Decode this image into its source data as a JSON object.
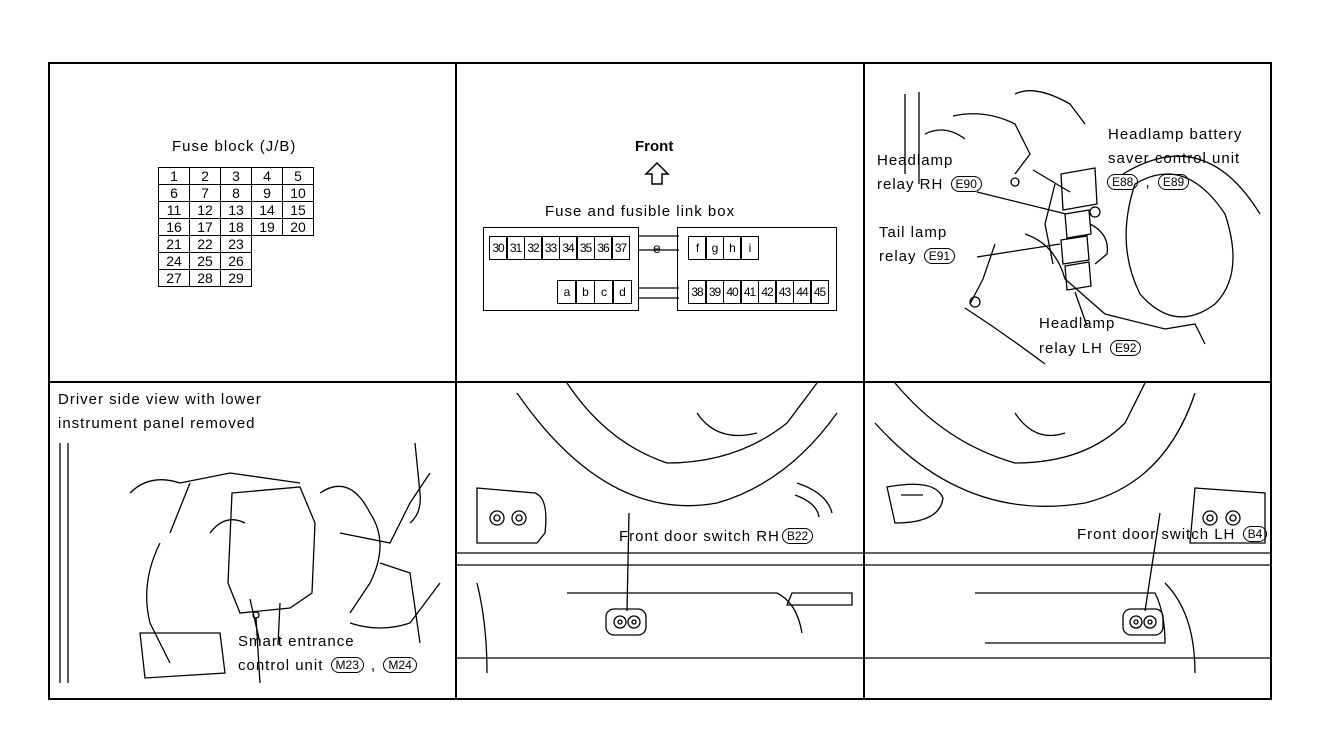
{
  "fuse_block": {
    "title": "Fuse block (J/B)",
    "rows": [
      [
        "1",
        "2",
        "3",
        "4",
        "5"
      ],
      [
        "6",
        "7",
        "8",
        "9",
        "10"
      ],
      [
        "11",
        "12",
        "13",
        "14",
        "15"
      ],
      [
        "16",
        "17",
        "18",
        "19",
        "20"
      ],
      [
        "21",
        "22",
        "23",
        "",
        ""
      ],
      [
        "24",
        "25",
        "26",
        "",
        ""
      ],
      [
        "27",
        "28",
        "29",
        "",
        ""
      ]
    ]
  },
  "fuse_link_box": {
    "front_label": "Front",
    "title": "Fuse and fusible link box",
    "top_left": [
      "30",
      "31",
      "32",
      "33",
      "34",
      "35",
      "36",
      "37"
    ],
    "middle": "e",
    "top_right": [
      "f",
      "g",
      "h",
      "i"
    ],
    "bottom_left": [
      "a",
      "b",
      "c",
      "d"
    ],
    "bottom_right": [
      "38",
      "39",
      "40",
      "41",
      "42",
      "43",
      "44",
      "45"
    ]
  },
  "engine_room": {
    "headlamp_rh_1": "Headlamp",
    "headlamp_rh_2": "relay RH",
    "headlamp_rh_conn": "E90",
    "battery_saver_1": "Headlamp battery",
    "battery_saver_2": "saver control unit",
    "battery_saver_conn1": "E88",
    "battery_saver_conn2": "E89",
    "tail_lamp_1": "Tail lamp",
    "tail_lamp_2": "relay",
    "tail_lamp_conn": "E91",
    "headlamp_lh_1": "Headlamp",
    "headlamp_lh_2": "relay LH",
    "headlamp_lh_conn": "E92"
  },
  "driver_side": {
    "caption_1": "Driver side view with lower",
    "caption_2": "instrument panel removed",
    "unit_1": "Smart entrance",
    "unit_2": "control unit",
    "conn1": "M23",
    "conn2": "M24"
  },
  "door_rh": {
    "label": "Front door switch RH",
    "conn": "B22"
  },
  "door_lh": {
    "label": "Front door switch LH",
    "conn": "B4"
  }
}
